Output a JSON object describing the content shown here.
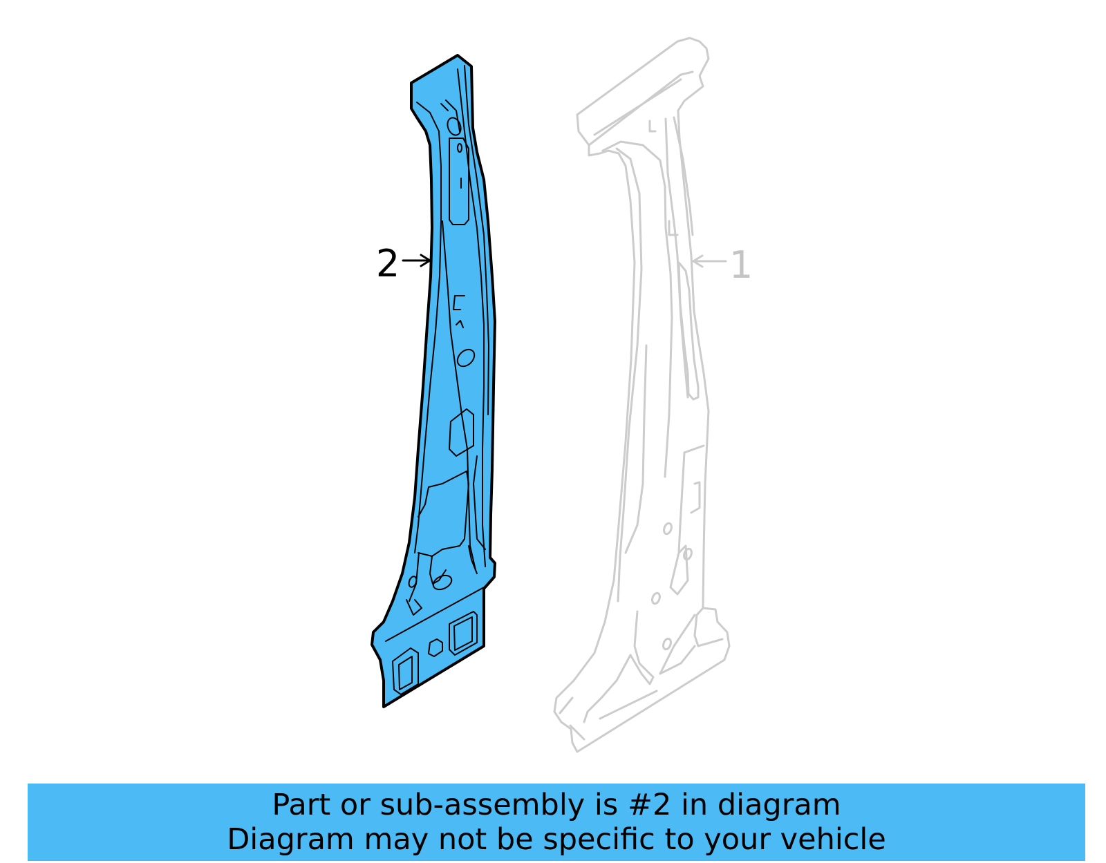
{
  "colors": {
    "highlight": "#4cbaf4",
    "ghost_stroke": "#cccccc",
    "ghost_text": "#c4c4c4",
    "outline": "#000000",
    "banner_bg": "#4cbaf4",
    "banner_text": "#000000"
  },
  "callouts": {
    "part_2": "2",
    "part_1": "1"
  },
  "banner": {
    "line1": "Part or sub-assembly is #2 in diagram",
    "line2": "Diagram may not be specific to your vehicle"
  }
}
